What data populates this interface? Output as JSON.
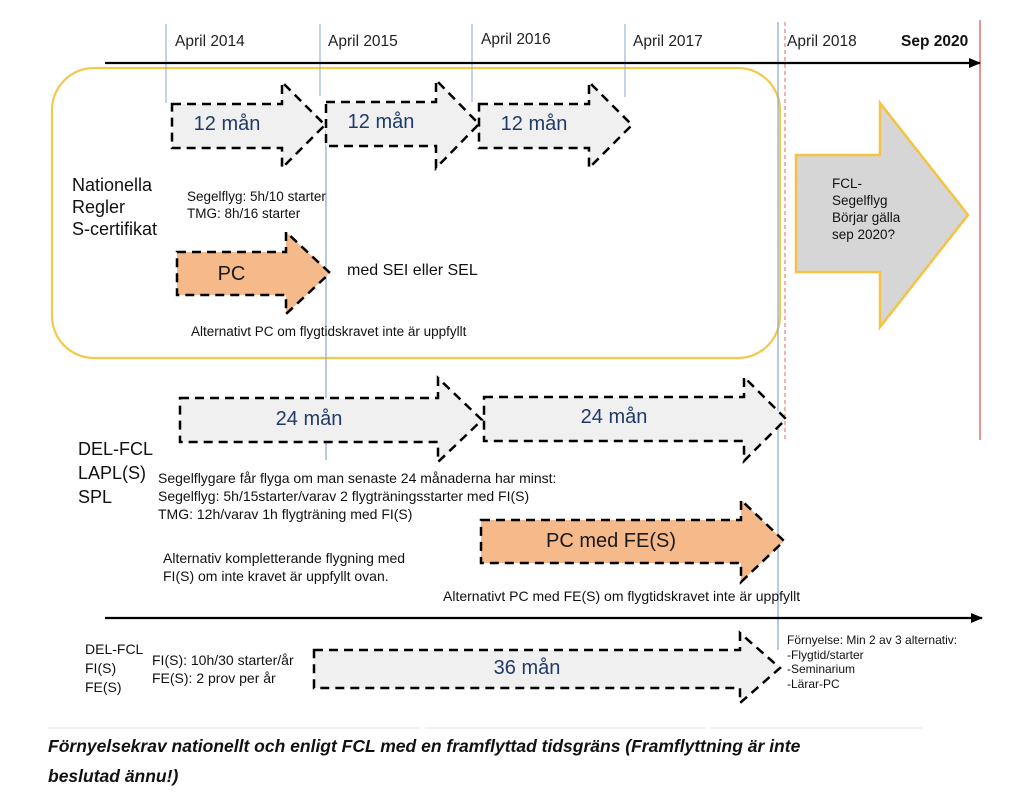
{
  "timeline": {
    "ticks": [
      "April 2014",
      "April 2015",
      "April 2016",
      "April 2017",
      "April 2018"
    ],
    "end_label": "Sep 2020"
  },
  "national": {
    "title_lines": [
      "Nationella",
      "Regler",
      "S-certifikat"
    ],
    "periods": [
      "12 mån",
      "12 mån",
      "12 mån"
    ],
    "requirement_lines": [
      "Segelflyg: 5h/10 starter",
      "TMG: 8h/16 starter"
    ],
    "pc_label": "PC",
    "pc_note": "med SEI eller SEL",
    "pc_alt": "Alternativt PC om flygtidskravet inte är uppfyllt"
  },
  "fcl_box": {
    "lines": [
      "FCL-",
      "Segelflyg",
      "Börjar gälla",
      "sep 2020?"
    ]
  },
  "delfcl": {
    "title_lines": [
      "DEL-FCL",
      "LAPL(S)",
      "SPL"
    ],
    "periods": [
      "24 mån",
      "24 mån"
    ],
    "requirement_lines": [
      "Segelflygare får flyga om man senaste 24 månaderna har minst:",
      "Segelflyg: 5h/15starter/varav 2 flygträningsstarter med FI(S)",
      "TMG: 12h/varav 1h flygträning med FI(S)"
    ],
    "alt_lines": [
      "Alternativ kompletterande flygning med",
      "FI(S) om inte kravet är uppfyllt ovan."
    ],
    "pc_label": "PC med FE(S)",
    "pc_alt": "Alternativt PC med FE(S) om flygtidskravet inte är uppfyllt"
  },
  "instructor": {
    "title_lines": [
      "DEL-FCL",
      "FI(S)",
      "FE(S)"
    ],
    "req_lines": [
      "FI(S): 10h/30 starter/år",
      "FE(S): 2 prov per år"
    ],
    "period": "36 mån",
    "renewal_lines": [
      "Förnyelse: Min 2 av 3 alternativ:",
      "-Flygtid/starter",
      "-Seminarium",
      "-Lärar-PC"
    ]
  },
  "caption_lines": [
    "Förnyelsekrav nationellt och enligt FCL med en framflyttad tidsgräns (Framflyttning är inte",
    "beslutad ännu!)"
  ],
  "colors": {
    "dashed_fill": "#f0f0f0",
    "pc_fill": "#f6b98a",
    "fcl_fill": "#d6d6d6",
    "rounded_box_border": "#f2c94c",
    "fcl_border": "#f5c242",
    "accent_blue": "#1f3a68",
    "marker_blue": "#8aa8cf",
    "marker_red": "#e06666"
  },
  "icons": [
    "arrow-right-icon"
  ]
}
